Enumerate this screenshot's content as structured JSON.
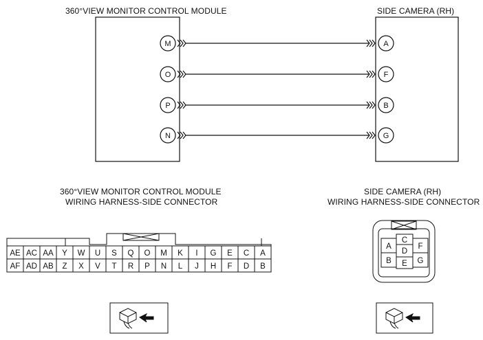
{
  "schematic": {
    "module_title": "360°VIEW MONITOR CONTROL MODULE",
    "camera_title": "SIDE CAMERA (RH)",
    "connections": [
      {
        "from": "M",
        "to": "A"
      },
      {
        "from": "O",
        "to": "F"
      },
      {
        "from": "P",
        "to": "B"
      },
      {
        "from": "N",
        "to": "G"
      }
    ]
  },
  "module_connector": {
    "title_line1": "360°VIEW MONITOR CONTROL MODULE",
    "title_line2": "WIRING HARNESS-SIDE CONNECTOR",
    "top_row": [
      "AE",
      "AC",
      "AA",
      "Y",
      "W",
      "U",
      "S",
      "Q",
      "O",
      "M",
      "K",
      "I",
      "G",
      "E",
      "C",
      "A"
    ],
    "bottom_row": [
      "AF",
      "AD",
      "AB",
      "Z",
      "X",
      "V",
      "T",
      "R",
      "P",
      "N",
      "L",
      "J",
      "H",
      "F",
      "D",
      "B"
    ]
  },
  "camera_connector": {
    "title_line1": "SIDE CAMERA (RH)",
    "title_line2": "WIRING HARNESS-SIDE CONNECTOR",
    "terminals": [
      "A",
      "B",
      "C",
      "D",
      "E",
      "F",
      "G"
    ]
  },
  "icons": {
    "left": "connector-view-icon",
    "right": "connector-view-icon"
  }
}
